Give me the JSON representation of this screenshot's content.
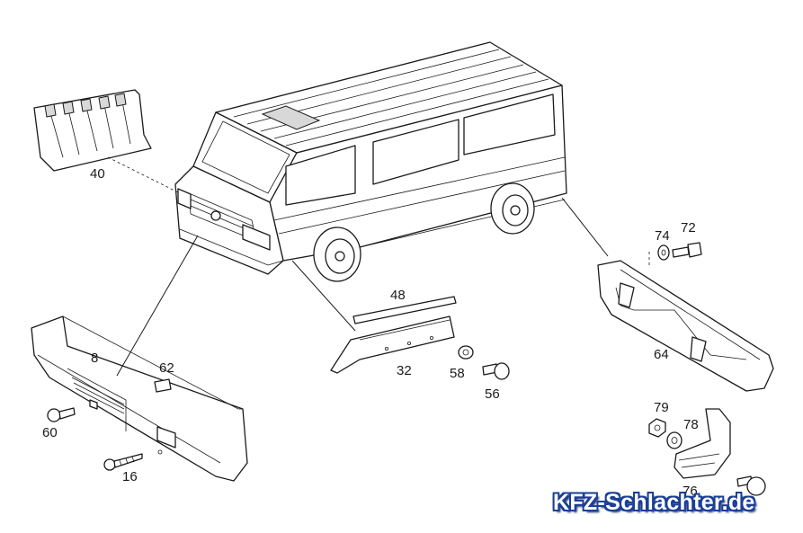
{
  "parts": [
    {
      "id": "p40",
      "label": "40"
    },
    {
      "id": "p8",
      "label": "8"
    },
    {
      "id": "p62",
      "label": "62"
    },
    {
      "id": "p60",
      "label": "60"
    },
    {
      "id": "p16",
      "label": "16"
    },
    {
      "id": "p48",
      "label": "48"
    },
    {
      "id": "p32",
      "label": "32"
    },
    {
      "id": "p58",
      "label": "58"
    },
    {
      "id": "p56",
      "label": "56"
    },
    {
      "id": "p74",
      "label": "74"
    },
    {
      "id": "p72",
      "label": "72"
    },
    {
      "id": "p64",
      "label": "64"
    },
    {
      "id": "p79",
      "label": "79"
    },
    {
      "id": "p78",
      "label": "78"
    },
    {
      "id": "p76",
      "label": "76"
    }
  ],
  "watermark": "KFZ-Schlachter.de"
}
